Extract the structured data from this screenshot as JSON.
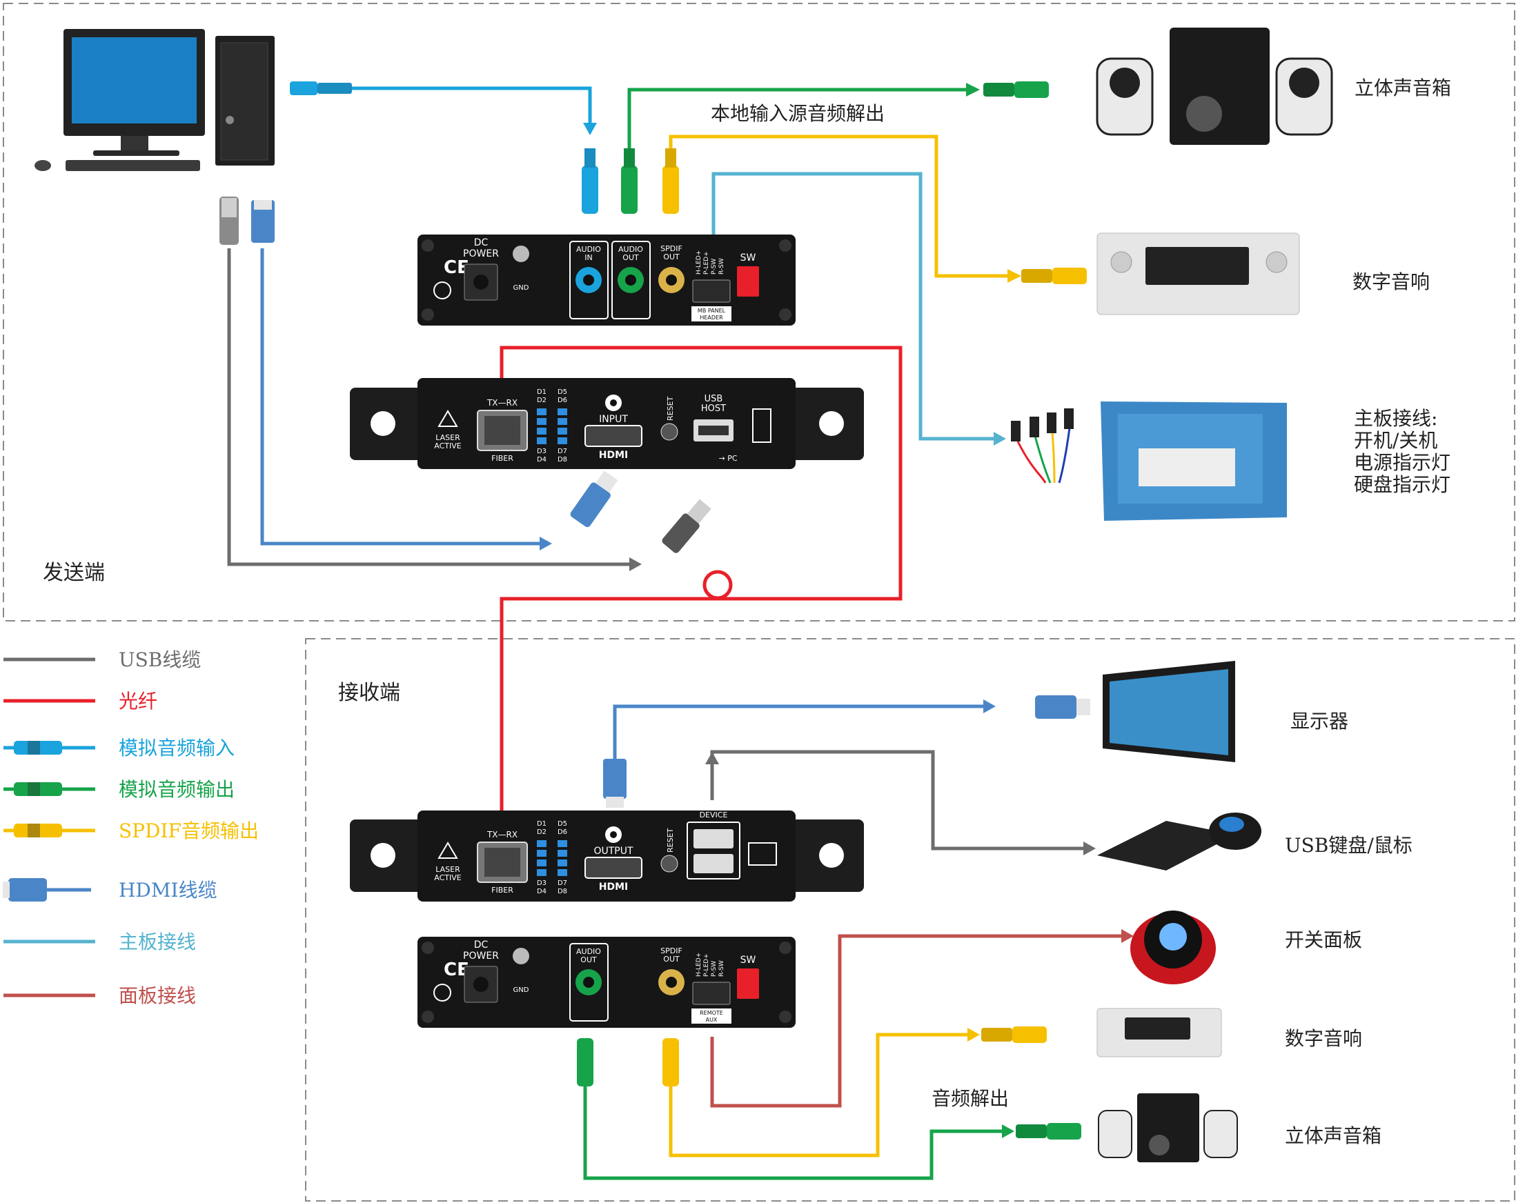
{
  "colors": {
    "usb": "#6d6d6d",
    "fiber": "#e8202a",
    "audio_in": "#1aa3dc",
    "audio_out": "#16a34a",
    "spdif": "#f6c000",
    "hdmi": "#4a86c7",
    "motherboard": "#55b3cf",
    "panel": "#c0504d"
  },
  "sender": {
    "title": "发送端",
    "local_audio_label": "本地输入源音频解出",
    "devices": {
      "stereo_speakers": "立体声音箱",
      "digital_audio": "数字音响",
      "motherboard": [
        "主板接线:",
        "开机/关机",
        "电源指示灯",
        "硬盘指示灯"
      ]
    }
  },
  "receiver": {
    "title": "接收端",
    "audio_out_label": "音频解出",
    "devices": {
      "monitor": "显示器",
      "keyboard_mouse": "USB键盘/鼠标",
      "switch_panel": "开关面板",
      "digital_audio": "数字音响",
      "stereo_speakers": "立体声音箱"
    }
  },
  "legend": [
    {
      "key": "usb",
      "label": "USB线缆",
      "icon": "line"
    },
    {
      "key": "fiber",
      "label": "光纤",
      "icon": "line"
    },
    {
      "key": "audio_in",
      "label": "模拟音频输入",
      "icon": "rca"
    },
    {
      "key": "audio_out",
      "label": "模拟音频输出",
      "icon": "rca"
    },
    {
      "key": "spdif",
      "label": "SPDIF音频输出",
      "icon": "rca"
    },
    {
      "key": "hdmi",
      "label": "HDMI线缆",
      "icon": "hdmi"
    },
    {
      "key": "motherboard",
      "label": "主板接线",
      "icon": "line"
    },
    {
      "key": "panel",
      "label": "面板接线",
      "icon": "line"
    }
  ],
  "device_labels": {
    "dc_power": [
      "DC",
      "POWER"
    ],
    "gnd": "GND",
    "audio_in": [
      "AUDIO",
      "IN"
    ],
    "audio_out": [
      "AUDIO",
      "OUT"
    ],
    "spdif_out": [
      "SPDIF",
      "OUT"
    ],
    "header_pins": [
      "H-LED+",
      "P-LED+",
      "P-SW",
      "R-SW"
    ],
    "sw": "SW",
    "mb_panel_header": [
      "MB PANEL",
      "HEADER"
    ],
    "remote_aux": [
      "REMOTE",
      "AUX"
    ],
    "laser": [
      "LASER",
      "ACTIVE"
    ],
    "txrx": "TX—RX",
    "fiber": "FIBER",
    "leds_left": [
      "D1",
      "D2",
      "D3",
      "D4"
    ],
    "leds_right": [
      "D5",
      "D6",
      "D7",
      "D8"
    ],
    "input": "INPUT",
    "output": "OUTPUT",
    "hdmi": "HDMI",
    "reset": "RESET",
    "usb_host": [
      "USB",
      "HOST"
    ],
    "to_pc": "→ PC",
    "device": "DEVICE"
  }
}
